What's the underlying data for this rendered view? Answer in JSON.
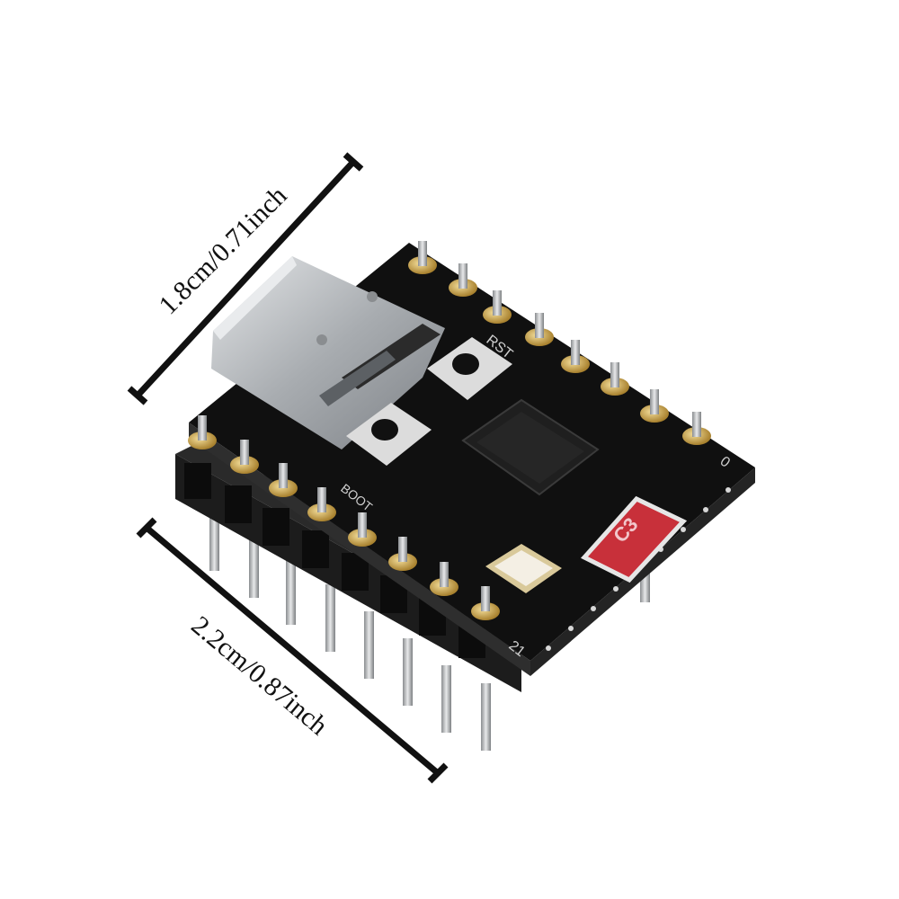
{
  "product": {
    "dimension_width": "1.8cm/0.71inch",
    "dimension_length": "2.2cm/0.87inch",
    "board_silkscreen": {
      "rst": "RST",
      "boot": "BOOT",
      "chip_label": "C3",
      "pin_first": "0",
      "pin_last": "21"
    }
  },
  "colors": {
    "background": "#ffffff",
    "pcb": "#141414",
    "pin_gold": "#c8a24a",
    "usb_metal": "#b9bcc0",
    "chip_label_red": "#c8303a"
  }
}
